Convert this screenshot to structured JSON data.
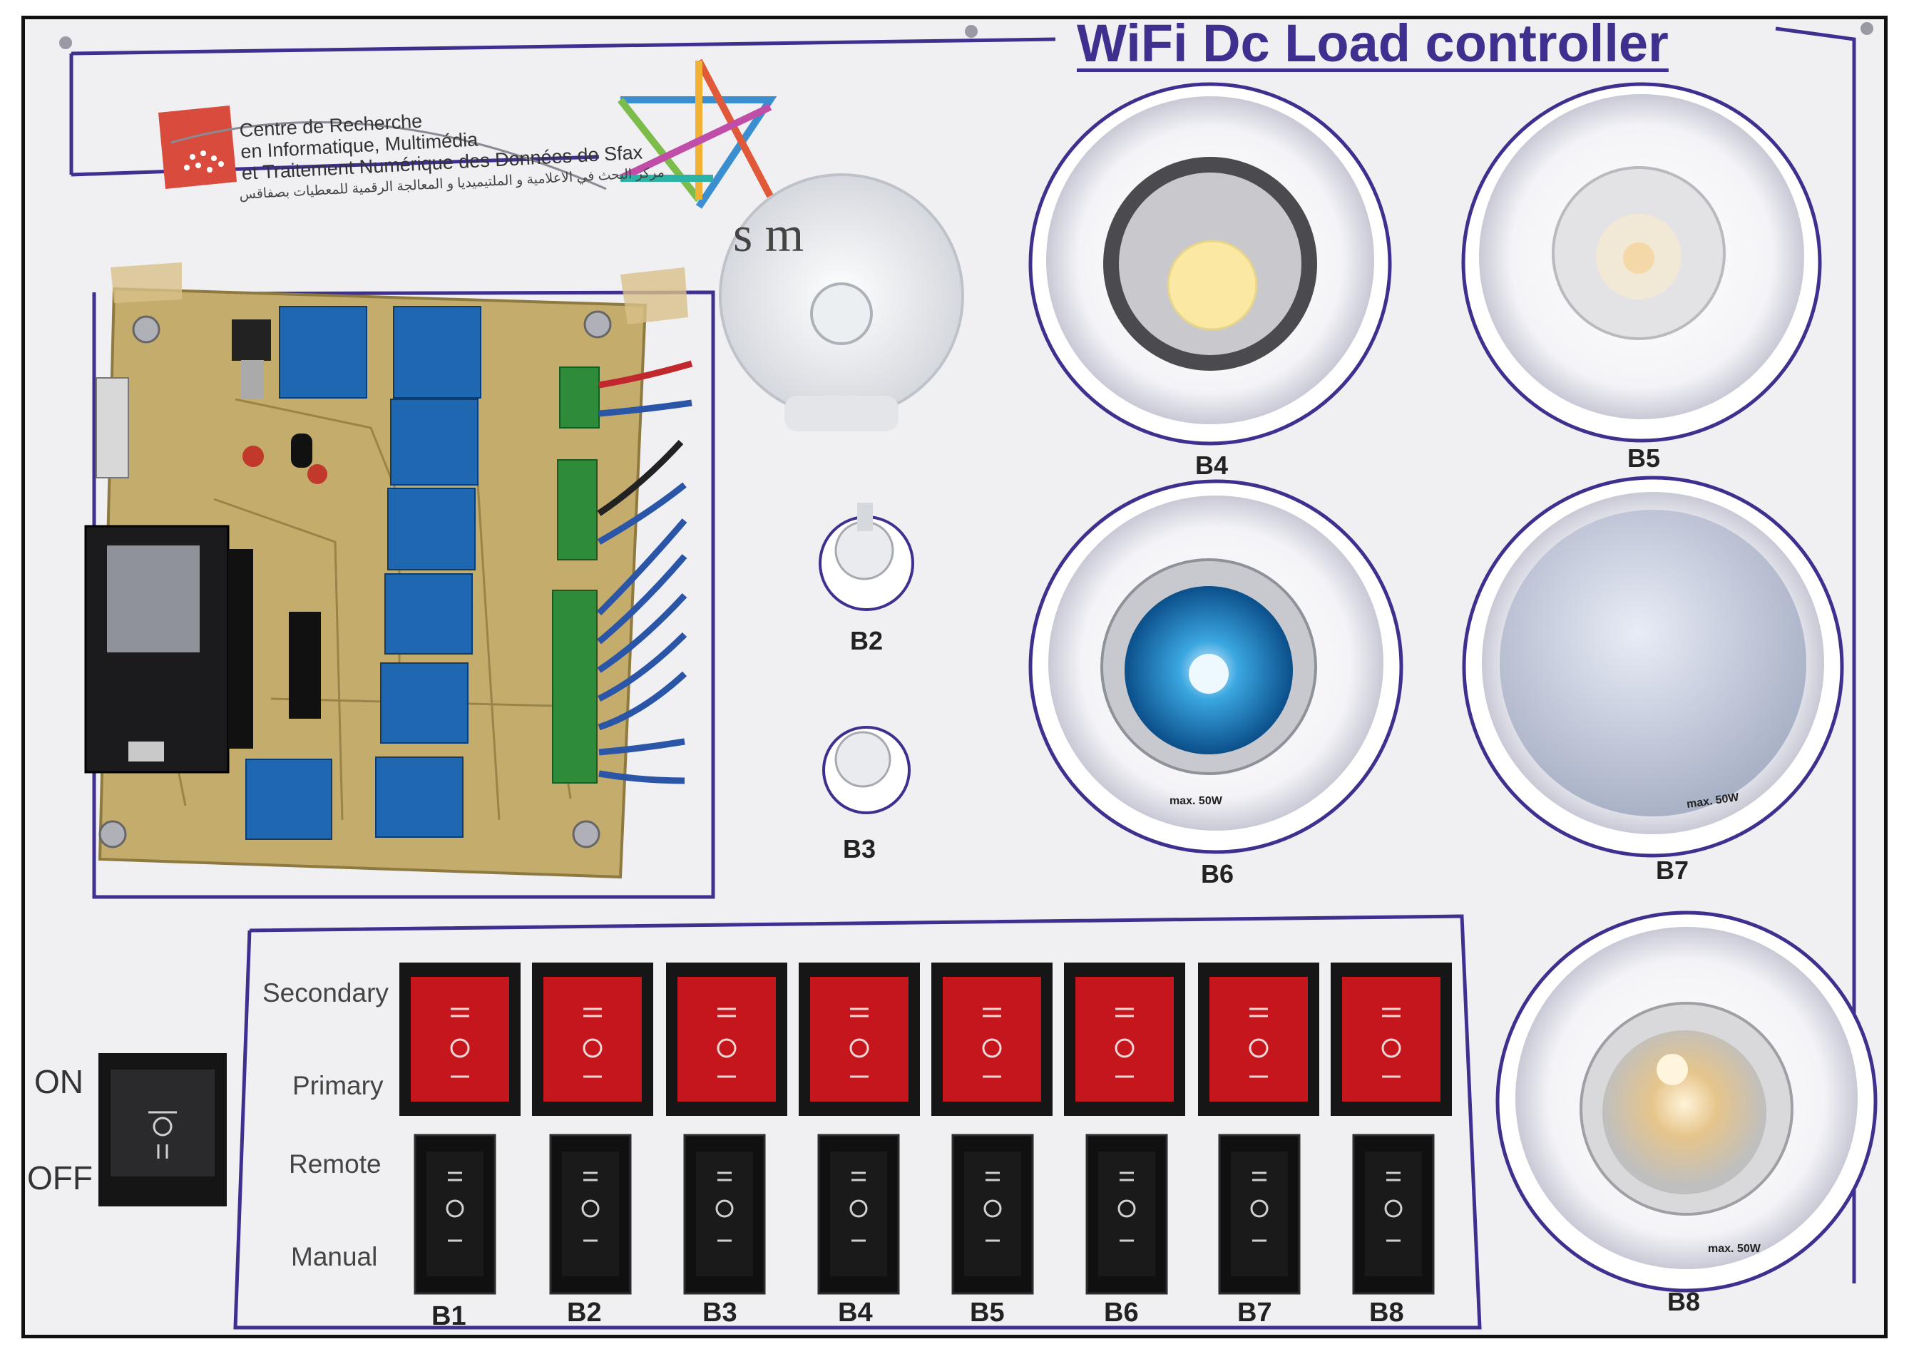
{
  "board": {
    "title": "WiFi Dc Load controller",
    "org_line1": "Centre de Recherche",
    "org_line2": "en Informatique, Multimédia",
    "org_line3": "et Traitement Numérique des Données de Sfax",
    "org_arabic": "مركز البحث في الاعلامية و الملتيميديا و المعالجة الرقمية للمعطيات بصفاقس",
    "partner_logo_partial": "s          m"
  },
  "bulbs": [
    {
      "label": "B2"
    },
    {
      "label": "B3"
    },
    {
      "label": "B4"
    },
    {
      "label": "B5"
    },
    {
      "label": "B6",
      "rating": "max. 50W"
    },
    {
      "label": "B7",
      "rating": "max. 50W"
    },
    {
      "label": "B8",
      "rating": "max. 50W"
    }
  ],
  "main_switch": {
    "on_label": "ON",
    "off_label": "OFF"
  },
  "switch_rows": {
    "secondary": "Secondary",
    "primary": "Primary",
    "remote": "Remote",
    "manual": "Manual"
  },
  "switch_labels": [
    "B1",
    "B2",
    "B3",
    "B4",
    "B5",
    "B6",
    "B7",
    "B8"
  ],
  "colors": {
    "frame_purple": "#3f2f8f",
    "rocker_red": "#c4161c",
    "rocker_black": "#1a1a1a",
    "pcb": "#b8a060"
  }
}
